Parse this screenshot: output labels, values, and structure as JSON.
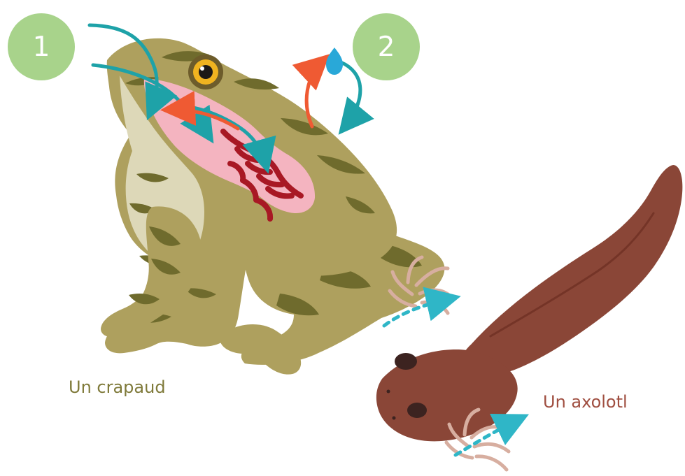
{
  "steps": [
    {
      "number": "1"
    },
    {
      "number": "2"
    }
  ],
  "labels": {
    "toad": "Un crapaud",
    "axolotl": "Un axolotl"
  },
  "colors": {
    "inhale_arrow": "#1ea2a8",
    "exhale_arrow": "#ef5a33",
    "badge": "#a8d38b",
    "toad_skin": "#aea05e",
    "toad_spots": "#6f6b2d",
    "toad_belly": "#ddd8b8",
    "lungs": "#f4b4c0",
    "lung_vessels": "#a81824",
    "axolotl_body": "#8a4637",
    "axolotl_gills": "#d7aea0",
    "toad_label": "#7f7a3a",
    "axolotl_label": "#a04f41",
    "water_drop": "#29a8d8"
  },
  "icons": {
    "water_drop": "water-drop-icon"
  }
}
